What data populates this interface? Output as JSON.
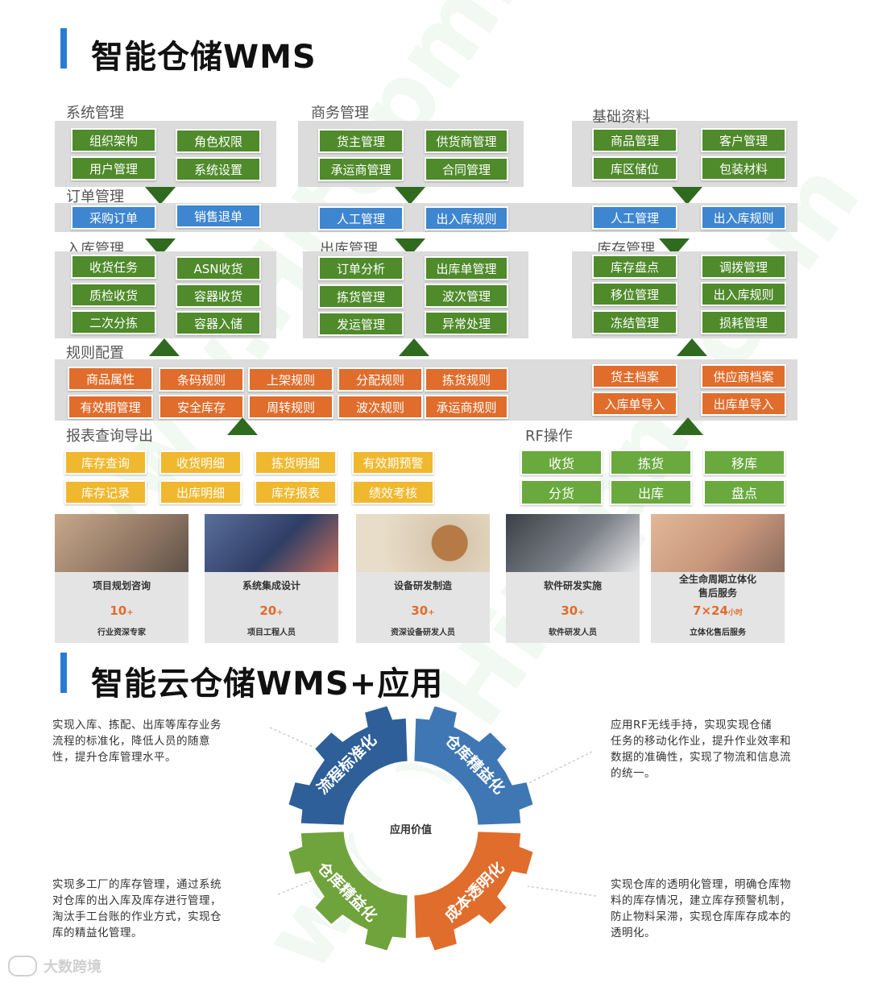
{
  "title1": "智能仓储WMS",
  "title2": "智能云仓储WMS+应用",
  "sections": {
    "system": {
      "title": "系统管理",
      "items": [
        "组织架构",
        "角色权限",
        "用户管理",
        "系统设置"
      ]
    },
    "business": {
      "title": "商务管理",
      "items": [
        "货主管理",
        "供货商管理",
        "承运商管理",
        "合同管理"
      ]
    },
    "basic": {
      "title": "基础资料",
      "items": [
        "商品管理",
        "客户管理",
        "库区储位",
        "包装材料"
      ]
    },
    "order": {
      "title": "订单管理",
      "items": [
        "采购订单",
        "销售退单",
        "人工管理",
        "出入库规则",
        "人工管理",
        "出入库规则"
      ]
    },
    "inbound": {
      "title": "入库管理",
      "items": [
        "收货任务",
        "ASN收货",
        "质检收货",
        "容器收货",
        "二次分拣",
        "容器入储"
      ]
    },
    "outbound": {
      "title": "出库管理",
      "items": [
        "订单分析",
        "出库单管理",
        "拣货管理",
        "波次管理",
        "发运管理",
        "异常处理"
      ]
    },
    "stock": {
      "title": "库存管理",
      "items": [
        "库存盘点",
        "调拨管理",
        "移位管理",
        "出入库规则",
        "冻结管理",
        "损耗管理"
      ]
    },
    "rules": {
      "title": "规则配置",
      "items": [
        "商品属性",
        "条码规则",
        "上架规则",
        "分配规则",
        "拣货规则",
        "有效期管理",
        "安全库存",
        "周转规则",
        "波次规则",
        "承运商规则",
        "货主档案",
        "供应商档案",
        "入库单导入",
        "出库单导入"
      ]
    },
    "report": {
      "title": "报表查询导出",
      "items": [
        "库存查询",
        "收货明细",
        "拣货明细",
        "有效期预警",
        "库存记录",
        "出库明细",
        "库存报表",
        "绩效考核"
      ]
    },
    "rf": {
      "title": "RF操作",
      "items": [
        "收货",
        "拣货",
        "移库",
        "分货",
        "出库",
        "盘点"
      ]
    }
  },
  "cards": [
    {
      "title": "项目规划咨询",
      "number": "10",
      "suffix": "+",
      "subtitle": "行业资深专家"
    },
    {
      "title": "系统集成设计",
      "number": "20",
      "suffix": "+",
      "subtitle": "项目工程人员"
    },
    {
      "title": "设备研发制造",
      "number": "30",
      "suffix": "+",
      "subtitle": "资深设备研发人员"
    },
    {
      "title": "软件研发实施",
      "number": "30",
      "suffix": "+",
      "subtitle": "软件研发人员"
    },
    {
      "title": "全生命周期立体化售后服务",
      "title_line1": "全生命周期立体化",
      "title_line2": "售后服务",
      "number": "7×24",
      "suffix": "小时",
      "subtitle": "立体化售后服务"
    }
  ],
  "gear": {
    "center": "应用价值",
    "segments": [
      "流程标准化",
      "仓库精益化",
      "成本透明化",
      "仓库精益化"
    ],
    "colors": [
      "#2e5f99",
      "#3f77b5",
      "#e06d2c",
      "#6fa33b"
    ]
  },
  "paragraphs": {
    "top_left": [
      "实现入库、拣配、出库等库存业务",
      "流程的标准化，降低人员的随意",
      "性，提升仓库管理水平。"
    ],
    "top_right": [
      "应用RF无线手持，实现实现仓储",
      "任务的移动化作业，提升作业效率和",
      "数据的准确性，实现了物流和信息流",
      "的统一。"
    ],
    "bottom_left": [
      "实现多工厂的库存管理，通过系统",
      "对仓库的出入库及库存进行管理，",
      "淘汰手工台账的作业方式，实现仓",
      "库的精益化管理。"
    ],
    "bottom_right": [
      "实现仓库的透明化管理，明确仓库物",
      "料的库存情况，建立库存预警机制，",
      "防止物料呆滞，实现仓库库存成本的",
      "透明化。"
    ]
  },
  "footer": {
    "logo_text": "大数跨境"
  },
  "watermark": "www.Hitopm.com",
  "colors": {
    "green": "#4f8a2b",
    "blue": "#3f86d0",
    "orange": "#e06d2c",
    "yellow": "#f0b82e",
    "accent_bar": "#2a7bd0"
  }
}
